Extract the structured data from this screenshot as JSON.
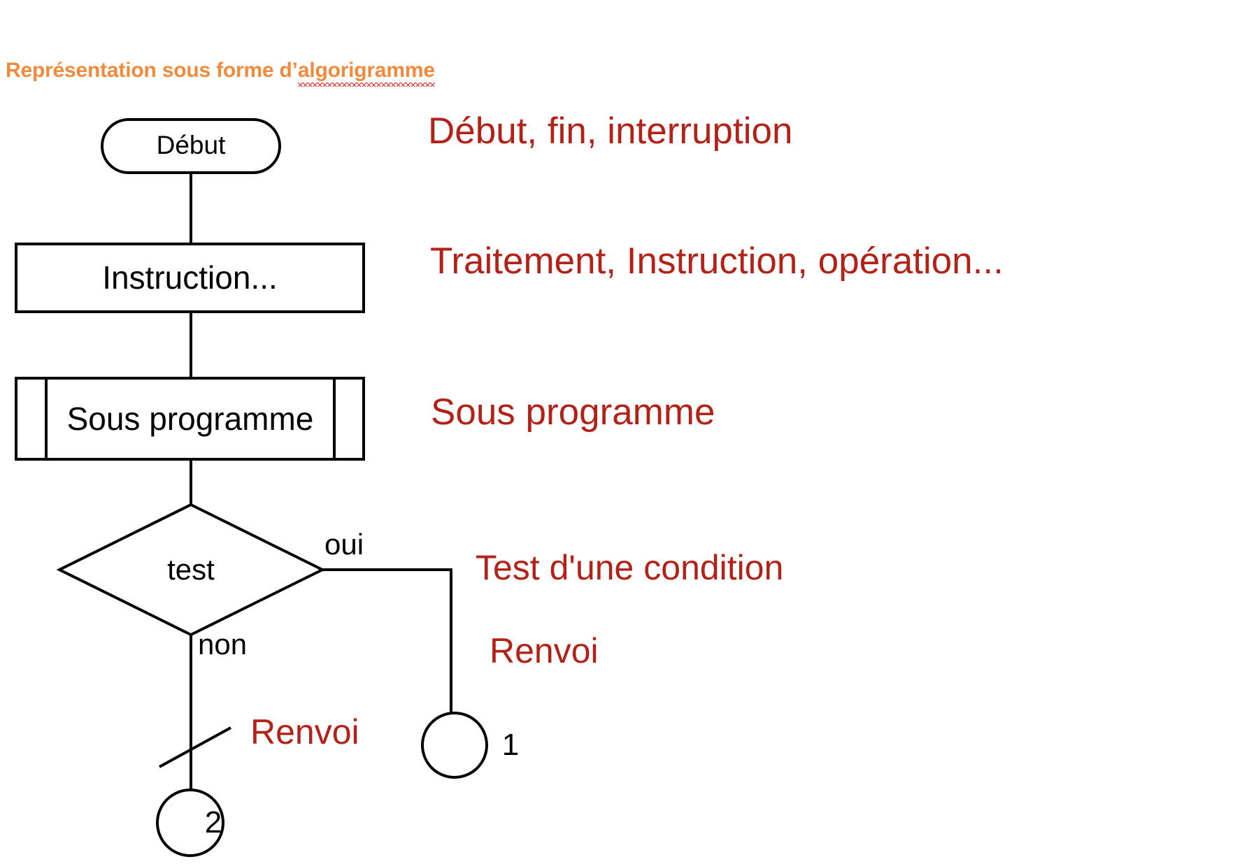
{
  "title": {
    "plain": "Représentation sous forme d’",
    "misspelled": "algorigramme",
    "color": "#F08A3C",
    "spellcheck_underline_color": "#E8231A"
  },
  "colors": {
    "stroke": "#000000",
    "legend_red": "#B22218",
    "title_orange": "#F08A3C",
    "background": "#FFFFFF"
  },
  "flowchart": {
    "nodes": [
      {
        "id": "debut",
        "shape": "terminator",
        "label": "Début"
      },
      {
        "id": "instruction",
        "shape": "process",
        "label": "Instruction..."
      },
      {
        "id": "sous-programme",
        "shape": "subroutine",
        "label": "Sous programme"
      },
      {
        "id": "test",
        "shape": "decision",
        "label": "test"
      },
      {
        "id": "connector-1",
        "shape": "connector",
        "label": "1"
      },
      {
        "id": "connector-2",
        "shape": "connector",
        "label": "2"
      }
    ],
    "edge_labels": {
      "yes": "oui",
      "no": "non"
    }
  },
  "legend": {
    "terminator": "Début, fin, interruption",
    "process": "Traitement, Instruction, opération...",
    "subroutine": "Sous programme",
    "decision": "Test d'une condition",
    "renvoi_1": "Renvoi",
    "renvoi_2": "Renvoi"
  }
}
